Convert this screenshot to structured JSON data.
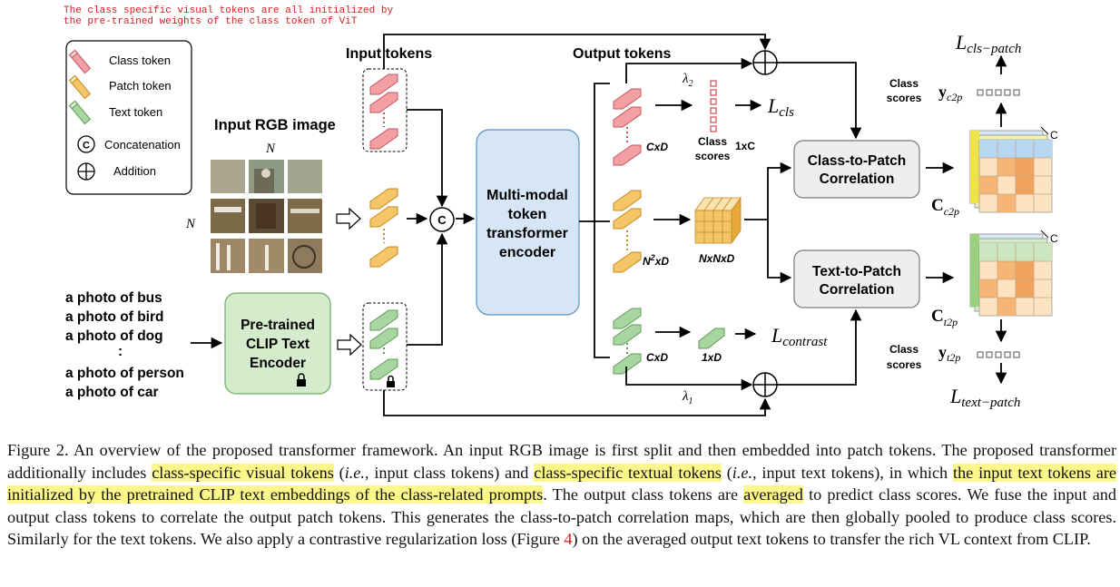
{
  "note": {
    "line1": "The class  specific visual tokens are all initialized by",
    "line2": "the pre-trained weights of the class token of ViT"
  },
  "legend": {
    "class_token": "Class token",
    "patch_token": "Patch token",
    "text_token": "Text token",
    "concat_symbol": "C",
    "concatenation": "Concatenation",
    "addition": "Addition"
  },
  "input": {
    "rgb_title": "Input RGB image",
    "n_top": "N",
    "n_left": "N",
    "tokens_title": "Input tokens",
    "prompts": [
      "a photo of bus",
      "a photo of bird",
      "a photo of dog",
      "a photo of person",
      "a photo of car"
    ],
    "ellipsis": ":"
  },
  "encoder": {
    "clip_lines": [
      "Pre-trained",
      "CLIP Text",
      "Encoder"
    ],
    "transformer_lines": [
      "Multi-modal",
      "token",
      "transformer",
      "encoder"
    ],
    "concat_symbol": "C"
  },
  "output": {
    "title": "Output tokens",
    "lambda2": "λ",
    "lambda2_sub": "2",
    "lambda1": "λ",
    "lambda1_sub": "1",
    "cls_dim": "CxD",
    "class_scores_small_1": "Class",
    "class_scores_small_2": "scores",
    "one_by_c": "1xC",
    "patch_dim_base": "N",
    "patch_dim_sup": "2",
    "patch_dim_rest": "xD",
    "nxnxd": "NxNxD",
    "text_dim": "CxD",
    "one_by_d": "1xD"
  },
  "losses": {
    "cls_script": "L",
    "cls_sub": "cls",
    "contrast_sub": "contrast",
    "cls_patch_sub": "cls−patch",
    "text_patch_sub": "text−patch"
  },
  "correlation": {
    "c2p_lines": [
      "Class-to-Patch",
      "Correlation"
    ],
    "t2p_lines": [
      "Text-to-Patch",
      "Correlation"
    ],
    "c_label": "C",
    "c2p_sub": "c2p",
    "t2p_sub": "t2p",
    "map_c": "C",
    "scores_1": "Class",
    "scores_2": "scores",
    "y_label": "y",
    "yc2p_sub": "c2p",
    "yt2p_sub": "t2p"
  },
  "colors": {
    "class_token": "#f2a0a4",
    "patch_token": "#f5c56a",
    "text_token": "#a8d6a0",
    "encoder_fill": "#d6e6f7",
    "clip_fill": "#d4ebcc",
    "box_fill": "#eeeeee",
    "highlight": "#fbf78a",
    "note_red": "#d02020",
    "ref_red": "#d11b1b"
  },
  "caption": {
    "p1": "Figure 2. An overview of the proposed transformer framework. An input RGB image is first split and then embedded into patch tokens. The proposed transformer additionally includes ",
    "h1": "class-specific visual tokens",
    "p2": " (",
    "ie1": "i.e.,",
    "p3": " input class tokens) and ",
    "h2": "class-specific textual tokens",
    "p4": " (",
    "ie2": "i.e.,",
    "p5": " input text tokens), in which ",
    "h3": "the input text tokens are initialized by the pretrained CLIP text embeddings of the class-related prompts",
    "p6": ". The output class tokens are ",
    "h4": "averaged",
    "p7": " to predict class scores. We fuse the input and output class tokens to correlate the output patch tokens. This generates the class-to-patch correlation maps, which are then globally pooled to produce class scores. Similarly for the text tokens. We also apply a contrastive regularization loss (Figure ",
    "ref": "4",
    "p8": ") on the averaged output text tokens to transfer the rich VL context from CLIP."
  }
}
